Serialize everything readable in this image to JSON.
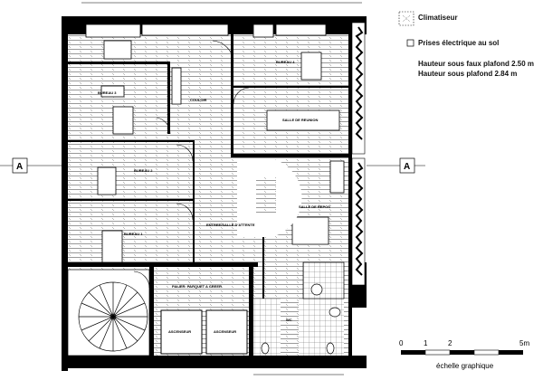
{
  "legend": {
    "climatiseur": "Climatiseur",
    "prises": "Prises électrique au sol",
    "hauteur_faux_plafond": "Hauteur sous faux plafond 2.50 m",
    "hauteur_plafond": "Hauteur sous plafond 2.84 m"
  },
  "section_marker": "A",
  "rooms": {
    "bureau3": "BUREAU 3",
    "couloir": "COULOIR",
    "bureau4": "BUREAU 4",
    "reunion": "SALLE DE REUNION",
    "bureau2": "BUREAU 2",
    "bureau1": "BUREAU 1",
    "entree": "ENTREE/SALLE D'ATTENTE",
    "repos": "SALLE DE REPOS",
    "palier": "PALIER: PARQUET A CREER",
    "ascenseur": "ASCENSEUR",
    "wc": "WC"
  },
  "scale": {
    "ticks": [
      "0",
      "1",
      "2",
      "5m"
    ],
    "caption": "échelle graphique"
  }
}
